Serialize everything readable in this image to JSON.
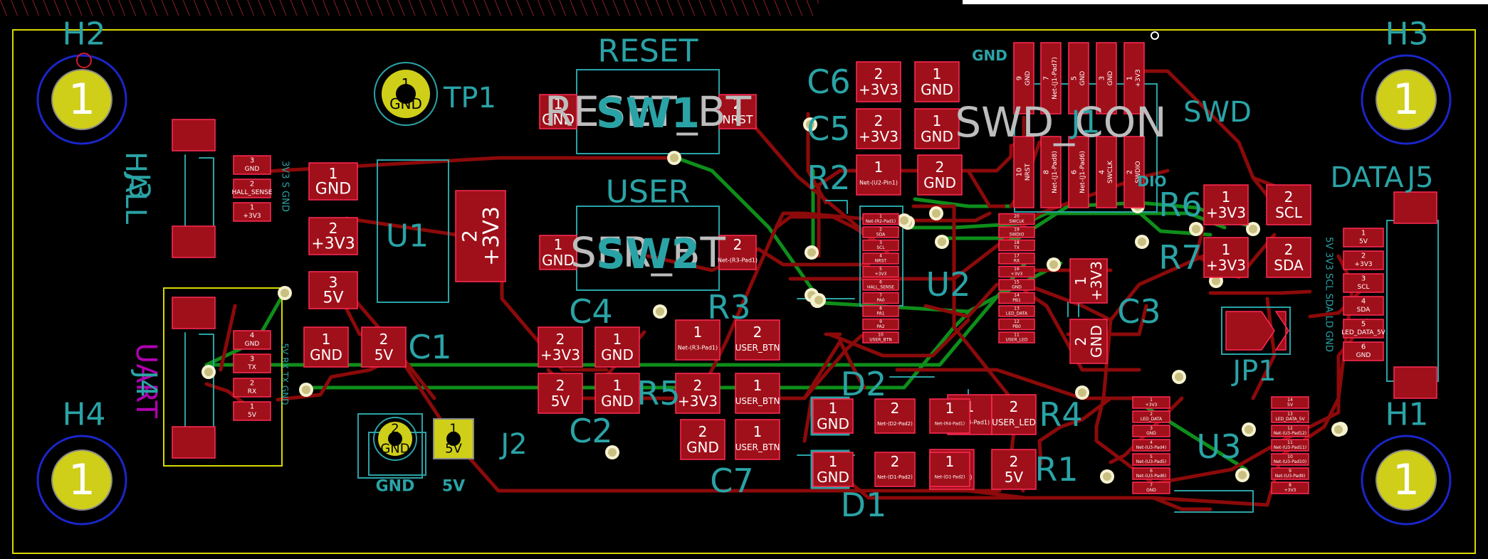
{
  "colors": {
    "background": "#000000",
    "edge_cuts": "#d8d800",
    "copper_front": "#8c0a0a",
    "copper_back": "#0e8e1a",
    "pad_front": "#a0101a",
    "pad_outline": "#ff2a55",
    "silk": "#2aa3a6",
    "courtyard": "#bdbdbd",
    "via_fill": "#c9c082",
    "via_ring": "#f6f2d0",
    "plated_hole": "#cfcf1a",
    "hole_ring": "#1a26c8",
    "fab_text": "#ffffff",
    "value_text": "#b000b0",
    "misc_line": "#cc2a3a"
  },
  "board": {
    "mounting_holes": [
      {
        "ref": "H2",
        "pad": "1"
      },
      {
        "ref": "H3",
        "pad": "1"
      },
      {
        "ref": "H4",
        "pad": "1"
      },
      {
        "ref": "H1",
        "pad": "1"
      }
    ],
    "test_points": [
      {
        "ref": "TP1",
        "pad": "1",
        "net": "GND"
      },
      {
        "ref": "",
        "pad": "2",
        "net": "GND",
        "caption": "GND"
      },
      {
        "ref": "J2",
        "pad": "1",
        "net": "5V",
        "caption": "5V"
      }
    ],
    "switches": [
      {
        "ref": "SW1",
        "value": "RESET",
        "courtyard_text": "RESET_BT",
        "pad1": {
          "num": "1",
          "net": "GND"
        },
        "pad2": {
          "num": "2",
          "net": "NRST"
        }
      },
      {
        "ref": "SW2",
        "value": "USER",
        "courtyard_text": "SER_BT",
        "pad1": {
          "num": "1",
          "net": "GND"
        },
        "pad2": {
          "num": "2",
          "net": "Net-(R3-Pad1)"
        }
      }
    ],
    "passives": [
      {
        "ref": "C6",
        "pads": [
          {
            "num": "2",
            "net": "+3V3"
          },
          {
            "num": "1",
            "net": "GND"
          }
        ]
      },
      {
        "ref": "C5",
        "pads": [
          {
            "num": "2",
            "net": "+3V3"
          },
          {
            "num": "1",
            "net": "GND"
          }
        ]
      },
      {
        "ref": "R2",
        "pads": [
          {
            "num": "1",
            "net": "Net-(U2-Pin1)"
          },
          {
            "num": "2",
            "net": "GND"
          }
        ]
      },
      {
        "ref": "C4",
        "pads": [
          {
            "num": "2",
            "net": "+3V3"
          },
          {
            "num": "1",
            "net": "GND"
          }
        ]
      },
      {
        "ref": "C2",
        "pads": [
          {
            "num": "2",
            "net": "5V"
          },
          {
            "num": "1",
            "net": "GND"
          }
        ]
      },
      {
        "ref": "C1",
        "pads": [
          {
            "num": "1",
            "net": "GND"
          },
          {
            "num": "2",
            "net": "5V"
          }
        ]
      },
      {
        "ref": "R3",
        "pads": [
          {
            "num": "1",
            "net": "Net-(R3-Pad1)"
          },
          {
            "num": "2",
            "net": "USER_BTN"
          }
        ]
      },
      {
        "ref": "R5",
        "pads": [
          {
            "num": "2",
            "net": "+3V3"
          },
          {
            "num": "1",
            "net": "USER_BTN"
          }
        ]
      },
      {
        "ref": "C7",
        "pads": [
          {
            "num": "2",
            "net": "GND"
          },
          {
            "num": "1",
            "net": "USER_BTN"
          }
        ]
      },
      {
        "ref": "R4",
        "pads": [
          {
            "num": "1",
            "net": "Net-(R4-Pad1)"
          },
          {
            "num": "2",
            "net": "USER_LED"
          }
        ]
      },
      {
        "ref": "R1",
        "pads": [
          {
            "num": "1",
            "net": "Net-(D1-Pad2)"
          },
          {
            "num": "2",
            "net": "5V"
          }
        ]
      },
      {
        "ref": "C3",
        "pads": [
          {
            "num": "1",
            "net": "+3V3"
          },
          {
            "num": "2",
            "net": "GND"
          }
        ]
      },
      {
        "ref": "R6",
        "pads": [
          {
            "num": "1",
            "net": "+3V3"
          },
          {
            "num": "2",
            "net": "SCL"
          }
        ]
      },
      {
        "ref": "R7",
        "pads": [
          {
            "num": "1",
            "net": "+3V3"
          },
          {
            "num": "2",
            "net": "SDA"
          }
        ]
      }
    ],
    "leds": [
      {
        "ref": "D2",
        "pads": [
          {
            "num": "1",
            "net": "GND"
          },
          {
            "num": "2",
            "net": "Net-(D2-Pad2)"
          }
        ]
      },
      {
        "ref": "D1",
        "pads": [
          {
            "num": "1",
            "net": "GND"
          },
          {
            "num": "2",
            "net": "Net-(D1-Pad2)"
          }
        ]
      }
    ],
    "regulator": {
      "ref": "U1",
      "pads": [
        {
          "num": "1",
          "net": "GND"
        },
        {
          "num": "2",
          "net": "+3V3"
        },
        {
          "num": "3",
          "net": "5V"
        }
      ],
      "tab": {
        "num": "2",
        "net": "+3V3"
      }
    },
    "connectors": {
      "hall": {
        "ref": "J3",
        "value": "HALL",
        "side_labels": "3V3  S  GND",
        "pins": [
          {
            "num": "3",
            "net": "GND"
          },
          {
            "num": "2",
            "net": "HALL_SENSE"
          },
          {
            "num": "1",
            "net": "+3V3"
          }
        ]
      },
      "uart": {
        "ref": "J4",
        "value": "UART",
        "side_labels": "5V  RX  TX  GND",
        "pins": [
          {
            "num": "4",
            "net": "GND"
          },
          {
            "num": "3",
            "net": "TX"
          },
          {
            "num": "2",
            "net": "RX"
          },
          {
            "num": "1",
            "net": "5V"
          }
        ]
      },
      "data": {
        "ref": "J5",
        "value": "DATA",
        "side_labels": "5V 3V3 SCL SDA LD GND",
        "pins": [
          {
            "num": "1",
            "net": "5V"
          },
          {
            "num": "2",
            "net": "+3V3"
          },
          {
            "num": "3",
            "net": "SCL"
          },
          {
            "num": "4",
            "net": "SDA"
          },
          {
            "num": "5",
            "net": "LED_DATA_5V"
          },
          {
            "num": "6",
            "net": "GND"
          }
        ]
      },
      "swd": {
        "ref": "J1",
        "value": "SWD",
        "courtyard_text": "SWD_CON",
        "top_caption": "GND",
        "side_caption": "DIO",
        "top_row": [
          {
            "num": "9",
            "net": "GND"
          },
          {
            "num": "7",
            "net": "Net-(J1-Pad7)"
          },
          {
            "num": "5",
            "net": "GND"
          },
          {
            "num": "3",
            "net": "GND"
          },
          {
            "num": "1",
            "net": "+3V3"
          }
        ],
        "bottom_row": [
          {
            "num": "10",
            "net": "NRST"
          },
          {
            "num": "8",
            "net": "Net-(J1-Pad8)"
          },
          {
            "num": "6",
            "net": "Net-(J1-Pad6)"
          },
          {
            "num": "4",
            "net": "SWCLK"
          },
          {
            "num": "2",
            "net": "SWDIO"
          }
        ]
      }
    },
    "mcu": {
      "ref": "U2",
      "left": [
        {
          "num": "1",
          "net": "Net-(R2-Pad1)"
        },
        {
          "num": "2",
          "net": "SDA"
        },
        {
          "num": "3",
          "net": "SCL"
        },
        {
          "num": "4",
          "net": "NRST"
        },
        {
          "num": "5",
          "net": "+3V3"
        },
        {
          "num": "6",
          "net": "HALL_SENSE"
        },
        {
          "num": "7",
          "net": "PA0"
        },
        {
          "num": "8",
          "net": "PA1"
        },
        {
          "num": "9",
          "net": "PA2"
        },
        {
          "num": "10",
          "net": "USER_BTN"
        }
      ],
      "right": [
        {
          "num": "20",
          "net": "SWCLK"
        },
        {
          "num": "19",
          "net": "SWDIO"
        },
        {
          "num": "18",
          "net": "TX"
        },
        {
          "num": "17",
          "net": "RX"
        },
        {
          "num": "16",
          "net": "+3V3"
        },
        {
          "num": "15",
          "net": "GND"
        },
        {
          "num": "14",
          "net": "PB1"
        },
        {
          "num": "13",
          "net": "LED_DATA"
        },
        {
          "num": "12",
          "net": "PB0"
        },
        {
          "num": "11",
          "net": "USER_LED"
        }
      ]
    },
    "buffer": {
      "ref": "U3",
      "left": [
        {
          "num": "1",
          "net": "+3V3"
        },
        {
          "num": "2",
          "net": "LED_DATA"
        },
        {
          "num": "3",
          "net": "GND"
        },
        {
          "num": "4",
          "net": "Net-(U3-Pad4)"
        },
        {
          "num": "5",
          "net": "Net-(U3-Pad5)"
        },
        {
          "num": "6",
          "net": "Net-(U3-Pad6)"
        },
        {
          "num": "7",
          "net": "GND"
        }
      ],
      "right": [
        {
          "num": "14",
          "net": "5V"
        },
        {
          "num": "13",
          "net": "LED_DATA_5V"
        },
        {
          "num": "12",
          "net": "Net-(U3-Pad12)"
        },
        {
          "num": "11",
          "net": "Net-(U3-Pad11)"
        },
        {
          "num": "10",
          "net": "Net-(U3-Pad10)"
        },
        {
          "num": "9",
          "net": "Net-(U3-Pad9)"
        },
        {
          "num": "8",
          "net": "+3V3"
        }
      ]
    },
    "jumper": {
      "ref": "JP1"
    }
  }
}
